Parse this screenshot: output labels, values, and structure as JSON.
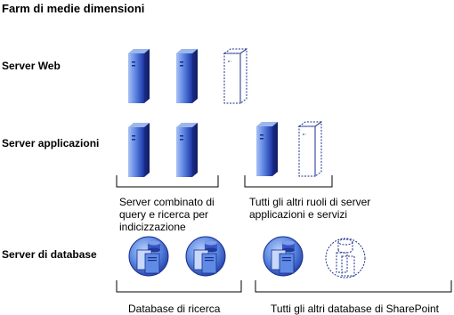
{
  "title": "Farm di medie dimensioni",
  "tiers": {
    "web": {
      "label": "Server Web"
    },
    "app": {
      "label": "Server applicazioni",
      "group1_caption": [
        "Server combinato di",
        "query e ricerca per",
        "indicizzazione"
      ],
      "group2_caption": [
        "Tutti gli altri ruoli di server",
        "applicazioni e servizi"
      ]
    },
    "db": {
      "label": "Server di database",
      "group1_caption": "Database di ricerca",
      "group2_caption": "Tutti gli altri database di SharePoint"
    }
  },
  "colors": {
    "server_dark": "#1a2e8c",
    "server_light": "#7fa2ee",
    "placeholder_outline": "#1a2e8c",
    "db_fill": "#4d7fdc",
    "bracket": "#000000"
  }
}
